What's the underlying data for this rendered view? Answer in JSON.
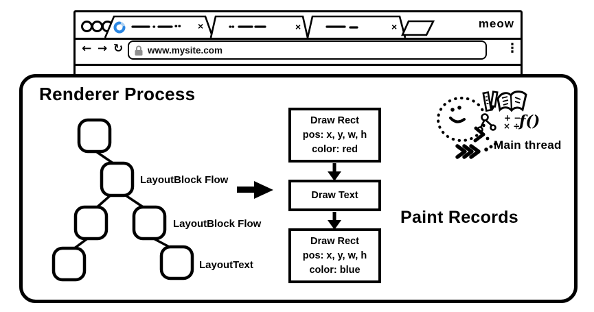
{
  "browser": {
    "brand": "meow",
    "url_field": {
      "value": "www.mysite.com"
    },
    "nav": {
      "back_icon": "←",
      "forward_icon": "→",
      "reload_icon": "↻",
      "menu_icon": "⋮",
      "close_icon": "×"
    },
    "tab_count": 3
  },
  "diagram": {
    "title": "Renderer Process",
    "layout_tree": {
      "node_count": 6,
      "labels": [
        "LayoutBlock Flow",
        "LayoutBlock Flow",
        "LayoutText"
      ]
    },
    "paint_records": {
      "heading": "Paint Records",
      "records": [
        {
          "lines": [
            "Draw Rect",
            "pos: x, y, w, h",
            "color: red"
          ]
        },
        {
          "lines": [
            "Draw Text"
          ]
        },
        {
          "lines": [
            "Draw Rect",
            "pos: x, y, w, h",
            "color: blue"
          ]
        }
      ]
    },
    "main_thread": {
      "label": "Main thread"
    }
  },
  "colors": {
    "ink": "#000000",
    "spinner_blue": "#2a86e2",
    "spinner_light": "#a9cff2",
    "lock_gray": "#8f8f8f"
  }
}
